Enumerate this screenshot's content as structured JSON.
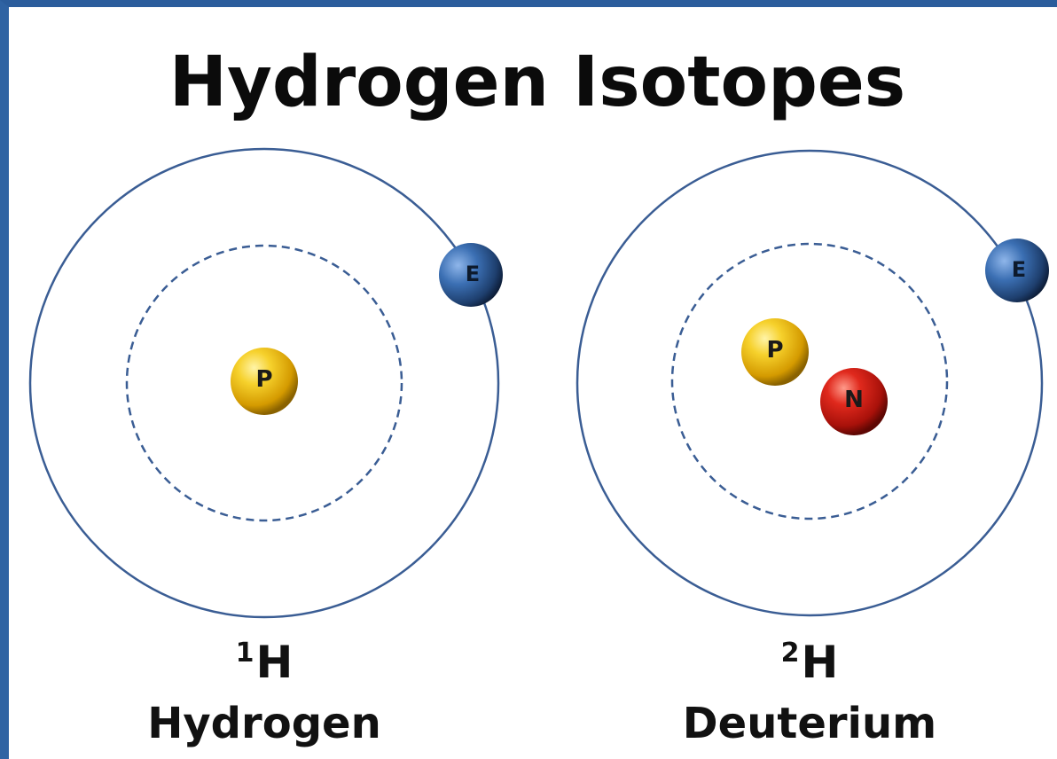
{
  "title": "Hydrogen Isotopes",
  "particles": {
    "proton_label": "P",
    "neutron_label": "N",
    "electron_label": "E"
  },
  "isotopes": [
    {
      "mass_number": "1",
      "symbol": "H",
      "name": "Hydrogen"
    },
    {
      "mass_number": "2",
      "symbol": "H",
      "name": "Deuterium"
    }
  ],
  "colors": {
    "orbit": "#3a5d94",
    "proton": "#f2c21a",
    "neutron": "#d42a1e",
    "electron": "#2f5f9e",
    "frame": "#2b5d9c"
  }
}
